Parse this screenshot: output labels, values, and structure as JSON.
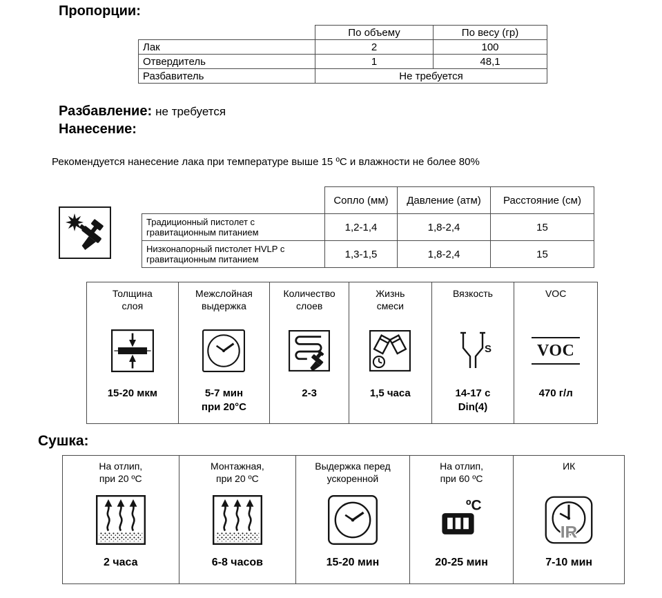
{
  "colors": {
    "background": "#ffffff",
    "text": "#000000",
    "table_border": "#4a4a4a",
    "icon_ink": "#141414"
  },
  "proportions": {
    "title": "Пропорции:",
    "col_headers": [
      "По объему",
      "По весу (гр)"
    ],
    "rows": [
      {
        "label": "Лак",
        "by_volume": "2",
        "by_weight": "100"
      },
      {
        "label": "Отвердитель",
        "by_volume": "1",
        "by_weight": "48,1"
      },
      {
        "label": "Разбавитель",
        "merged_value": "Не требуется"
      }
    ]
  },
  "thinning": {
    "title": "Разбавление:",
    "value": "не требуется"
  },
  "application": {
    "title": "Нанесение:",
    "note": "Рекомендуется нанесение лака при температуре выше 15 ºС и влажности не более 80%",
    "gun_icon": "spray-gun-icon",
    "gun_table": {
      "col_headers": [
        "Сопло (мм)",
        "Давление (атм)",
        "Расстояние (см)"
      ],
      "rows": [
        {
          "label": "Традиционный пистолет с гравитационным питанием",
          "nozzle": "1,2-1,4",
          "pressure": "1,8-2,4",
          "distance": "15"
        },
        {
          "label": "Низконапорный пистолет HVLP с гравитационным питанием",
          "nozzle": "1,3-1,5",
          "pressure": "1,8-2,4",
          "distance": "15"
        }
      ]
    },
    "params": [
      {
        "label": "Толщина\nслоя",
        "icon": "layer-thickness-icon",
        "value": "15-20 мкм"
      },
      {
        "label": "Межслойная\nвыдержка",
        "icon": "clock-icon",
        "value": "5-7 мин\nпри 20°C"
      },
      {
        "label": "Количество\nслоев",
        "icon": "spray-passes-icon",
        "value": "2-3"
      },
      {
        "label": "Жизнь\nсмеси",
        "icon": "pot-life-icon",
        "value": "1,5 часа"
      },
      {
        "label": "Вязкость",
        "icon": "viscosity-cup-icon",
        "icon_letter": "S",
        "value": "14-17 с\nDin(4)"
      },
      {
        "label": "VOC",
        "icon": "voc-icon",
        "icon_text": "VOC",
        "value": "470 г/л"
      }
    ]
  },
  "drying": {
    "title": "Сушка:",
    "params": [
      {
        "label": "На отлип,\nпри 20 ºС",
        "icon": "evaporation-arrows-icon",
        "value": "2 часа"
      },
      {
        "label": "Монтажная,\nпри 20 ºС",
        "icon": "evaporation-arrows-icon",
        "value": "6-8 часов"
      },
      {
        "label": "Выдержка перед\nускоренной",
        "icon": "clock-icon",
        "value": "15-20 мин"
      },
      {
        "label": "На отлип,\nпри 60 ºС",
        "icon": "oven-icon",
        "icon_text": "ºC",
        "value": "20-25 мин"
      },
      {
        "label": "ИК",
        "icon": "ir-clock-icon",
        "icon_text": "IR",
        "value": "7-10 мин"
      }
    ]
  }
}
